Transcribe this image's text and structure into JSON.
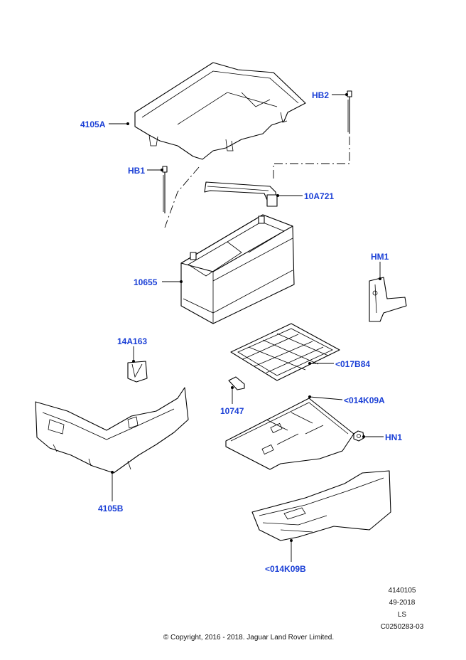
{
  "callouts": {
    "c4105A": "4105A",
    "cHB2": "HB2",
    "cHB1": "HB1",
    "c10A721": "10A721",
    "c10655": "10655",
    "cHM1": "HM1",
    "c14A163": "14A163",
    "c017B84": "<017B84",
    "c10747": "10747",
    "c014K09A": "<014K09A",
    "cHN1": "HN1",
    "c4105B": "4105B",
    "c014K09B": "<014K09B"
  },
  "footer": {
    "ref_number": "4140105",
    "date_code": "49-2018",
    "region": "LS",
    "drawing_code": "C0250283-03",
    "copyright": "© Copyright, 2016 - 2018. Jaguar Land Rover Limited."
  },
  "colors": {
    "callout_text": "#1a3fd6",
    "line": "#000000",
    "background": "#ffffff"
  }
}
